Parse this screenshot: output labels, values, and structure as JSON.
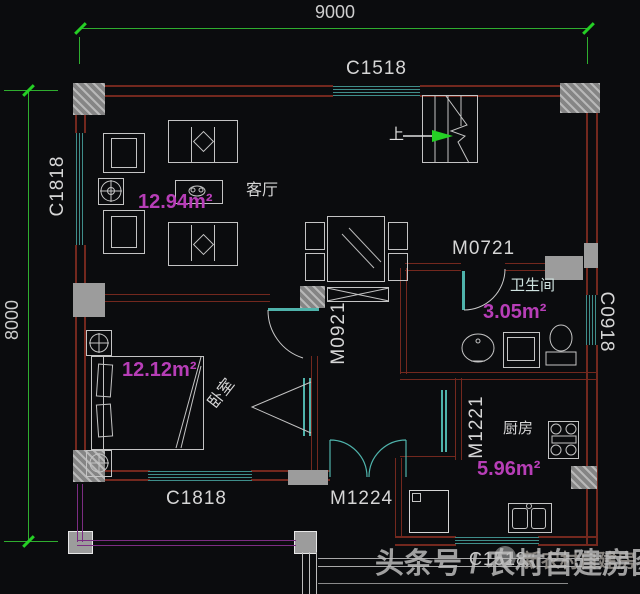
{
  "colors": {
    "bg": "#0b0c0e",
    "wall": "#73281e",
    "gray": "#9c9c9c",
    "teal": "#3f8e8a",
    "tealBright": "#4fb3ab",
    "green": "#2fae2f",
    "greenBright": "#25d025",
    "magenta": "#b73eb7",
    "line": "#c4c4c4",
    "text": "#d6d6d6",
    "purple": "#7c2d82",
    "dim": "#cfcfcf",
    "watermark": "#c1c1c1"
  },
  "dimensions": {
    "width": "9000",
    "height": "8000"
  },
  "windows": {
    "top": "C1518",
    "left": "C1818",
    "right": "C0918",
    "bedroom": "C1818",
    "kitchen": "C1518"
  },
  "doors": {
    "bathroom": "M0721",
    "bedroom": "M0921",
    "kitchen": "M1221",
    "entrance": "M1224"
  },
  "rooms": {
    "living": {
      "name": "客厅",
      "area": "12.94m²"
    },
    "bedroom": {
      "name": "卧室",
      "area": "12.12m²"
    },
    "bathroom": {
      "name": "卫生间",
      "area": "3.05m²"
    },
    "kitchen": {
      "name": "厨房",
      "area": "5.96m²"
    }
  },
  "stairs": {
    "up": "上"
  },
  "watermark": {
    "main": "头条号 / 农村自建房图纸",
    "account": "新农村自建房"
  }
}
